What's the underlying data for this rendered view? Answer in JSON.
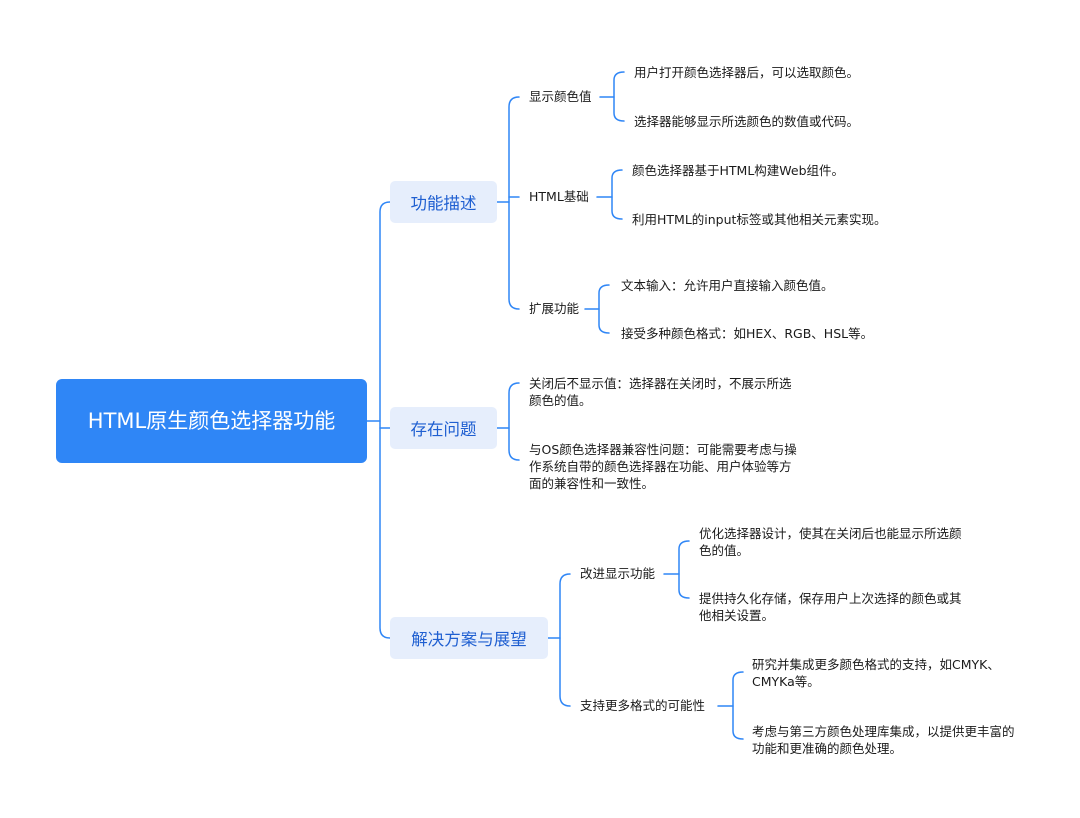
{
  "root": {
    "title": "HTML原生颜色选择器功能"
  },
  "branches": [
    {
      "label": "功能描述",
      "children": [
        {
          "label": "显示颜色值",
          "leaves": [
            "用户打开颜色选择器后，可以选取颜色。",
            "选择器能够显示所选颜色的数值或代码。"
          ]
        },
        {
          "label": "HTML基础",
          "leaves": [
            "颜色选择器基于HTML构建Web组件。",
            "利用HTML的input标签或其他相关元素实现。"
          ]
        },
        {
          "label": "扩展功能",
          "leaves": [
            "文本输入：允许用户直接输入颜色值。",
            "接受多种颜色格式：如HEX、RGB、HSL等。"
          ]
        }
      ]
    },
    {
      "label": "存在问题",
      "leaves": [
        "关闭后不显示值：选择器在关闭时，不展示所选颜色的值。",
        "与OS颜色选择器兼容性问题：可能需要考虑与操作系统自带的颜色选择器在功能、用户体验等方面的兼容性和一致性。"
      ]
    },
    {
      "label": "解决方案与展望",
      "children": [
        {
          "label": "改进显示功能",
          "leaves": [
            "优化选择器设计，使其在关闭后也能显示所选颜色的值。",
            "提供持久化存储，保存用户上次选择的颜色或其他相关设置。"
          ]
        },
        {
          "label": "支持更多格式的可能性",
          "leaves": [
            "研究并集成更多颜色格式的支持，如CMYK、CMYKa等。",
            "考虑与第三方颜色处理库集成，以提供更丰富的功能和更准确的颜色处理。"
          ]
        }
      ]
    }
  ],
  "colors": {
    "accent": "#2f86f6",
    "branch_bg": "#e6eefc",
    "branch_text": "#1f5fd1"
  }
}
